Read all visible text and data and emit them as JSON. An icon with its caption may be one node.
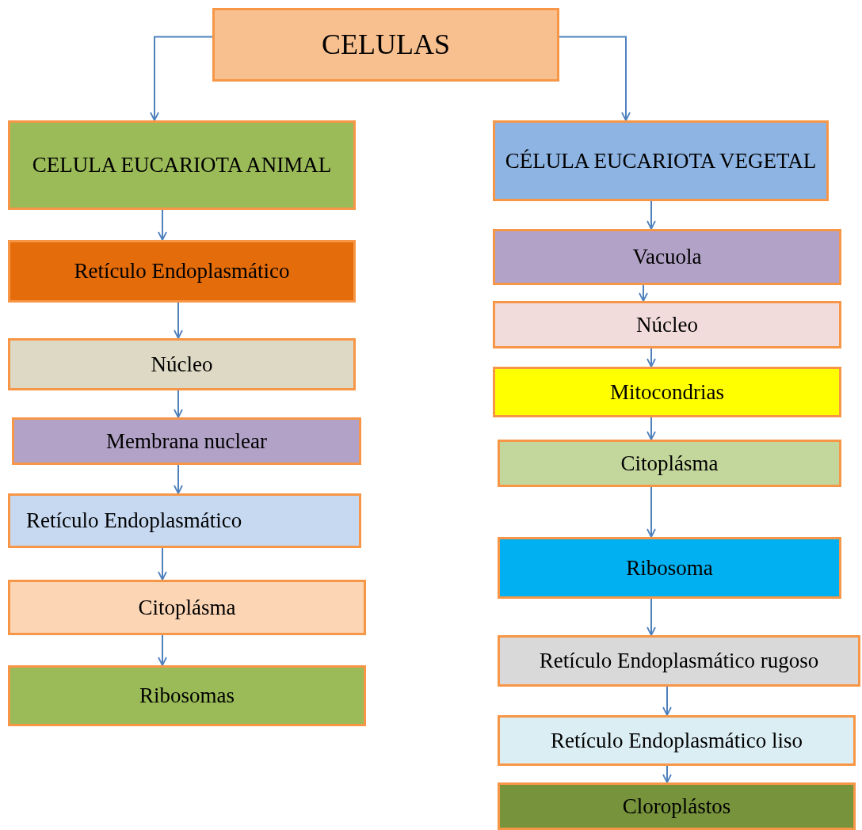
{
  "diagram": {
    "nodes": [
      {
        "text": [
          "CELULAS"
        ]
      },
      {
        "text": [
          "CELULA EUCARIOTA ANIMAL"
        ]
      },
      {
        "text": [
          "CÉLULA EUCARIOTA VEGETAL"
        ]
      },
      {
        "text": [
          "Retículo Endoplasmático"
        ]
      },
      {
        "text": [
          "Núcleo"
        ]
      },
      {
        "text": [
          "Membrana nuclear"
        ]
      },
      {
        "text": [
          "Retículo Endoplasmático"
        ]
      },
      {
        "text": [
          "Citoplásma"
        ]
      },
      {
        "text": [
          "Ribosomas"
        ]
      },
      {
        "text": [
          "Vacuola"
        ]
      },
      {
        "text": [
          "Núcleo"
        ]
      },
      {
        "text": [
          "Mitocondrias"
        ]
      },
      {
        "text": [
          "Citoplásma"
        ]
      },
      {
        "text": [
          "Ribosoma"
        ]
      },
      {
        "text": [
          "Retículo Endoplasmático rugoso"
        ]
      },
      {
        "text": [
          "Retículo Endoplasmático liso"
        ]
      },
      {
        "text": [
          "Cloroplástos"
        ]
      }
    ],
    "edges": [
      {
        "from": 0,
        "to": 1,
        "arrow": "to"
      },
      {
        "from": 0,
        "to": 2,
        "arrow": "to"
      },
      {
        "from": 1,
        "to": 3,
        "arrow": "to"
      },
      {
        "from": 3,
        "to": 4,
        "arrow": "to"
      },
      {
        "from": 4,
        "to": 5,
        "arrow": "to"
      },
      {
        "from": 5,
        "to": 6,
        "arrow": "to"
      },
      {
        "from": 6,
        "to": 7,
        "arrow": "to"
      },
      {
        "from": 7,
        "to": 8,
        "arrow": "to"
      },
      {
        "from": 2,
        "to": 9,
        "arrow": "to"
      },
      {
        "from": 9,
        "to": 10,
        "arrow": "to"
      },
      {
        "from": 10,
        "to": 11,
        "arrow": "to"
      },
      {
        "from": 11,
        "to": 12,
        "arrow": "to"
      },
      {
        "from": 12,
        "to": 13,
        "arrow": "to"
      },
      {
        "from": 13,
        "to": 14,
        "arrow": "to"
      },
      {
        "from": 14,
        "to": 15,
        "arrow": "to"
      },
      {
        "from": 15,
        "to": 16,
        "arrow": "to"
      }
    ]
  }
}
